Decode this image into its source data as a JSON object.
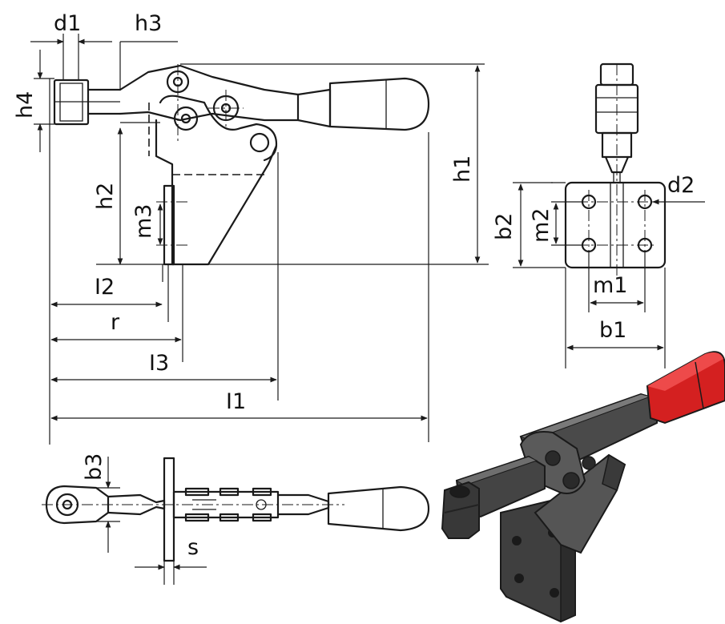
{
  "labels": {
    "d1": "d1",
    "h3": "h3",
    "h4": "h4",
    "h2": "h2",
    "m3": "m3",
    "h1": "h1",
    "d2": "d2",
    "b2": "b2",
    "m2": "m2",
    "m1": "m1",
    "b1": "b1",
    "l2": "I2",
    "r": "r",
    "l3": "I3",
    "l1": "I1",
    "b3": "b3",
    "s": "s"
  },
  "colors": {
    "line": "#1a1a1a",
    "handle_red": "#d42020",
    "metal_dark": "#3c3c3c",
    "metal_mid": "#5a5a5a",
    "metal_light": "#7a7a7a"
  }
}
